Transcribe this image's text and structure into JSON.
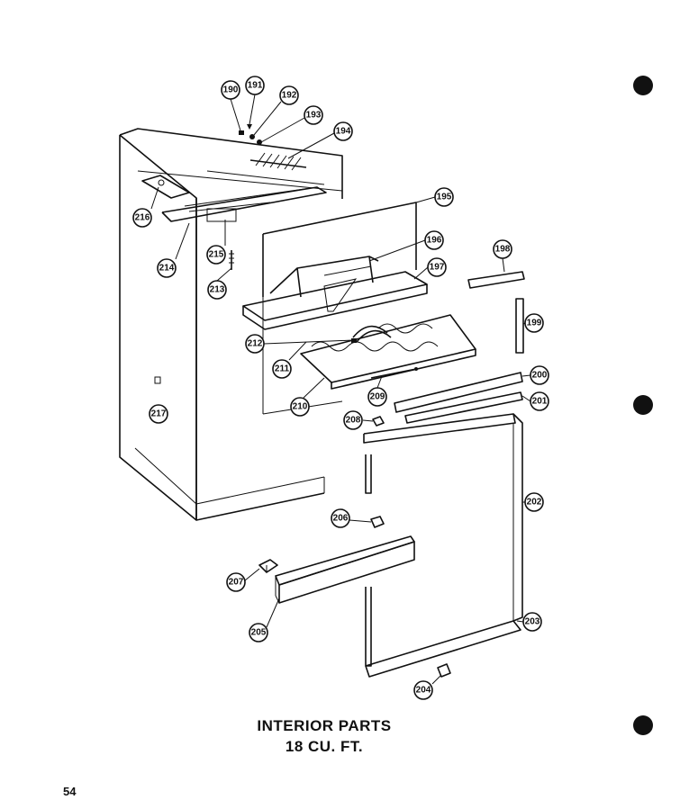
{
  "caption": {
    "line1": "INTERIOR PARTS",
    "line2": "18 CU. FT."
  },
  "page_number": "54",
  "part_numbers": {
    "p190": "190",
    "p191": "191",
    "p192": "192",
    "p193": "193",
    "p194": "194",
    "p195": "195",
    "p196": "196",
    "p197": "197",
    "p198": "198",
    "p199": "199",
    "p200": "200",
    "p201": "201",
    "p202": "202",
    "p203": "203",
    "p204": "204",
    "p205": "205",
    "p206": "206",
    "p207": "207",
    "p208": "208",
    "p209": "209",
    "p210": "210",
    "p211": "211",
    "p212": "212",
    "p213": "213",
    "p214": "214",
    "p215": "215",
    "p216": "216",
    "p217": "217"
  }
}
